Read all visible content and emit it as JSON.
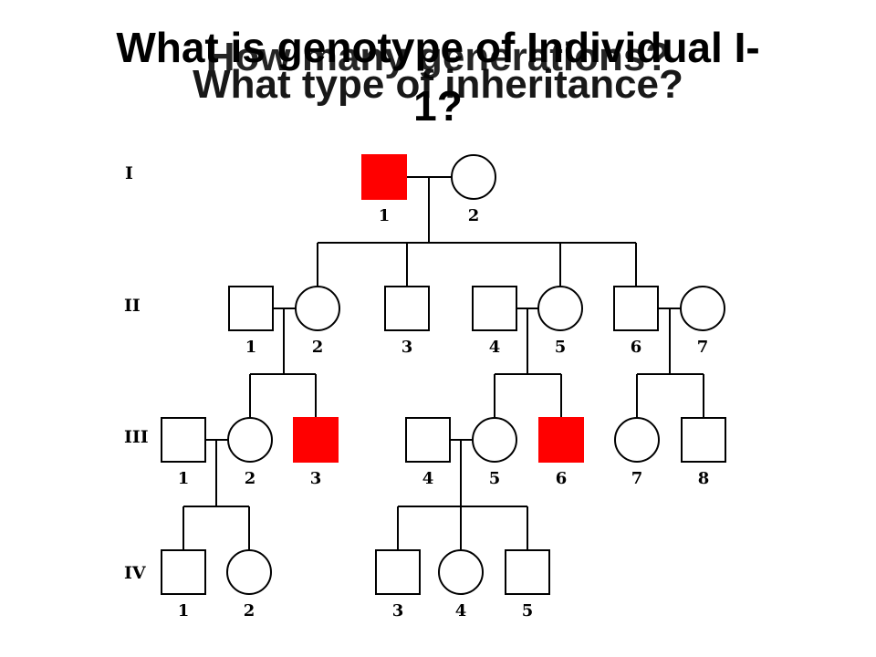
{
  "titles": {
    "genotype_line1": "What is genotype of Individual I-",
    "genotype_line2": "1?",
    "generations": "How many generations?",
    "inheritance": "What type of inheritance?"
  },
  "colors": {
    "affected": "#ff0000",
    "unaffected": "#ffffff",
    "line": "#000000"
  },
  "generations": [
    {
      "label": "I",
      "individuals": [
        {
          "id": "1",
          "sex": "male",
          "affected": true
        },
        {
          "id": "2",
          "sex": "female",
          "affected": false
        }
      ]
    },
    {
      "label": "II",
      "individuals": [
        {
          "id": "1",
          "sex": "male",
          "affected": false
        },
        {
          "id": "2",
          "sex": "female",
          "affected": false
        },
        {
          "id": "3",
          "sex": "male",
          "affected": false
        },
        {
          "id": "4",
          "sex": "male",
          "affected": false
        },
        {
          "id": "5",
          "sex": "female",
          "affected": false
        },
        {
          "id": "6",
          "sex": "male",
          "affected": false
        },
        {
          "id": "7",
          "sex": "female",
          "affected": false
        }
      ]
    },
    {
      "label": "III",
      "individuals": [
        {
          "id": "1",
          "sex": "male",
          "affected": false
        },
        {
          "id": "2",
          "sex": "female",
          "affected": false
        },
        {
          "id": "3",
          "sex": "male",
          "affected": true
        },
        {
          "id": "4",
          "sex": "male",
          "affected": false
        },
        {
          "id": "5",
          "sex": "female",
          "affected": false
        },
        {
          "id": "6",
          "sex": "male",
          "affected": true
        },
        {
          "id": "7",
          "sex": "female",
          "affected": false
        },
        {
          "id": "8",
          "sex": "male",
          "affected": false
        }
      ]
    },
    {
      "label": "IV",
      "individuals": [
        {
          "id": "1",
          "sex": "male",
          "affected": false
        },
        {
          "id": "2",
          "sex": "female",
          "affected": false
        },
        {
          "id": "3",
          "sex": "male",
          "affected": false
        },
        {
          "id": "4",
          "sex": "female",
          "affected": false
        },
        {
          "id": "5",
          "sex": "male",
          "affected": false
        }
      ]
    }
  ]
}
